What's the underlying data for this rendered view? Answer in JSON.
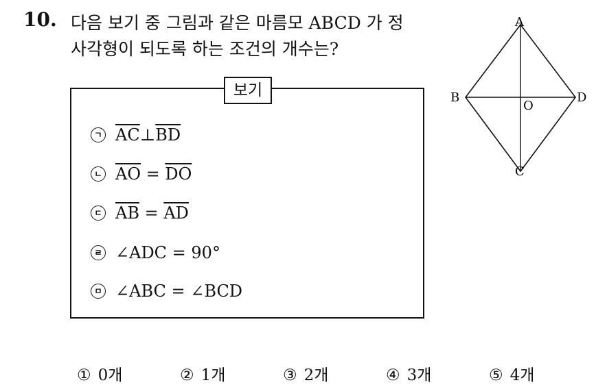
{
  "question": {
    "number": "10.",
    "line1": "다음 보기 중 그림과 같은 마름모 ABCD 가 정",
    "line2": "사각형이 되도록 하는 조건의 개수는?"
  },
  "box": {
    "title": "보기",
    "conditions": [
      {
        "marker": "ㄱ",
        "parts": [
          {
            "t": "AC",
            "ov": true
          },
          {
            "t": "⊥",
            "ov": false
          },
          {
            "t": "BD",
            "ov": true
          }
        ]
      },
      {
        "marker": "ㄴ",
        "parts": [
          {
            "t": "AO",
            "ov": true
          },
          {
            "t": " = ",
            "ov": false
          },
          {
            "t": "DO",
            "ov": true
          }
        ]
      },
      {
        "marker": "ㄷ",
        "parts": [
          {
            "t": "AB",
            "ov": true
          },
          {
            "t": " = ",
            "ov": false
          },
          {
            "t": "AD",
            "ov": true
          }
        ]
      },
      {
        "marker": "ㄹ",
        "parts": [
          {
            "t": "∠ADC = 90°",
            "ov": false
          }
        ]
      },
      {
        "marker": "ㅁ",
        "parts": [
          {
            "t": "∠ABC = ∠BCD",
            "ov": false
          }
        ]
      }
    ]
  },
  "figure": {
    "labels": {
      "A": "A",
      "B": "B",
      "C": "C",
      "D": "D",
      "O": "O"
    }
  },
  "choices": [
    {
      "num": "①",
      "text": "0개"
    },
    {
      "num": "②",
      "text": "1개"
    },
    {
      "num": "③",
      "text": "2개"
    },
    {
      "num": "④",
      "text": "3개"
    },
    {
      "num": "⑤",
      "text": "4개"
    }
  ]
}
